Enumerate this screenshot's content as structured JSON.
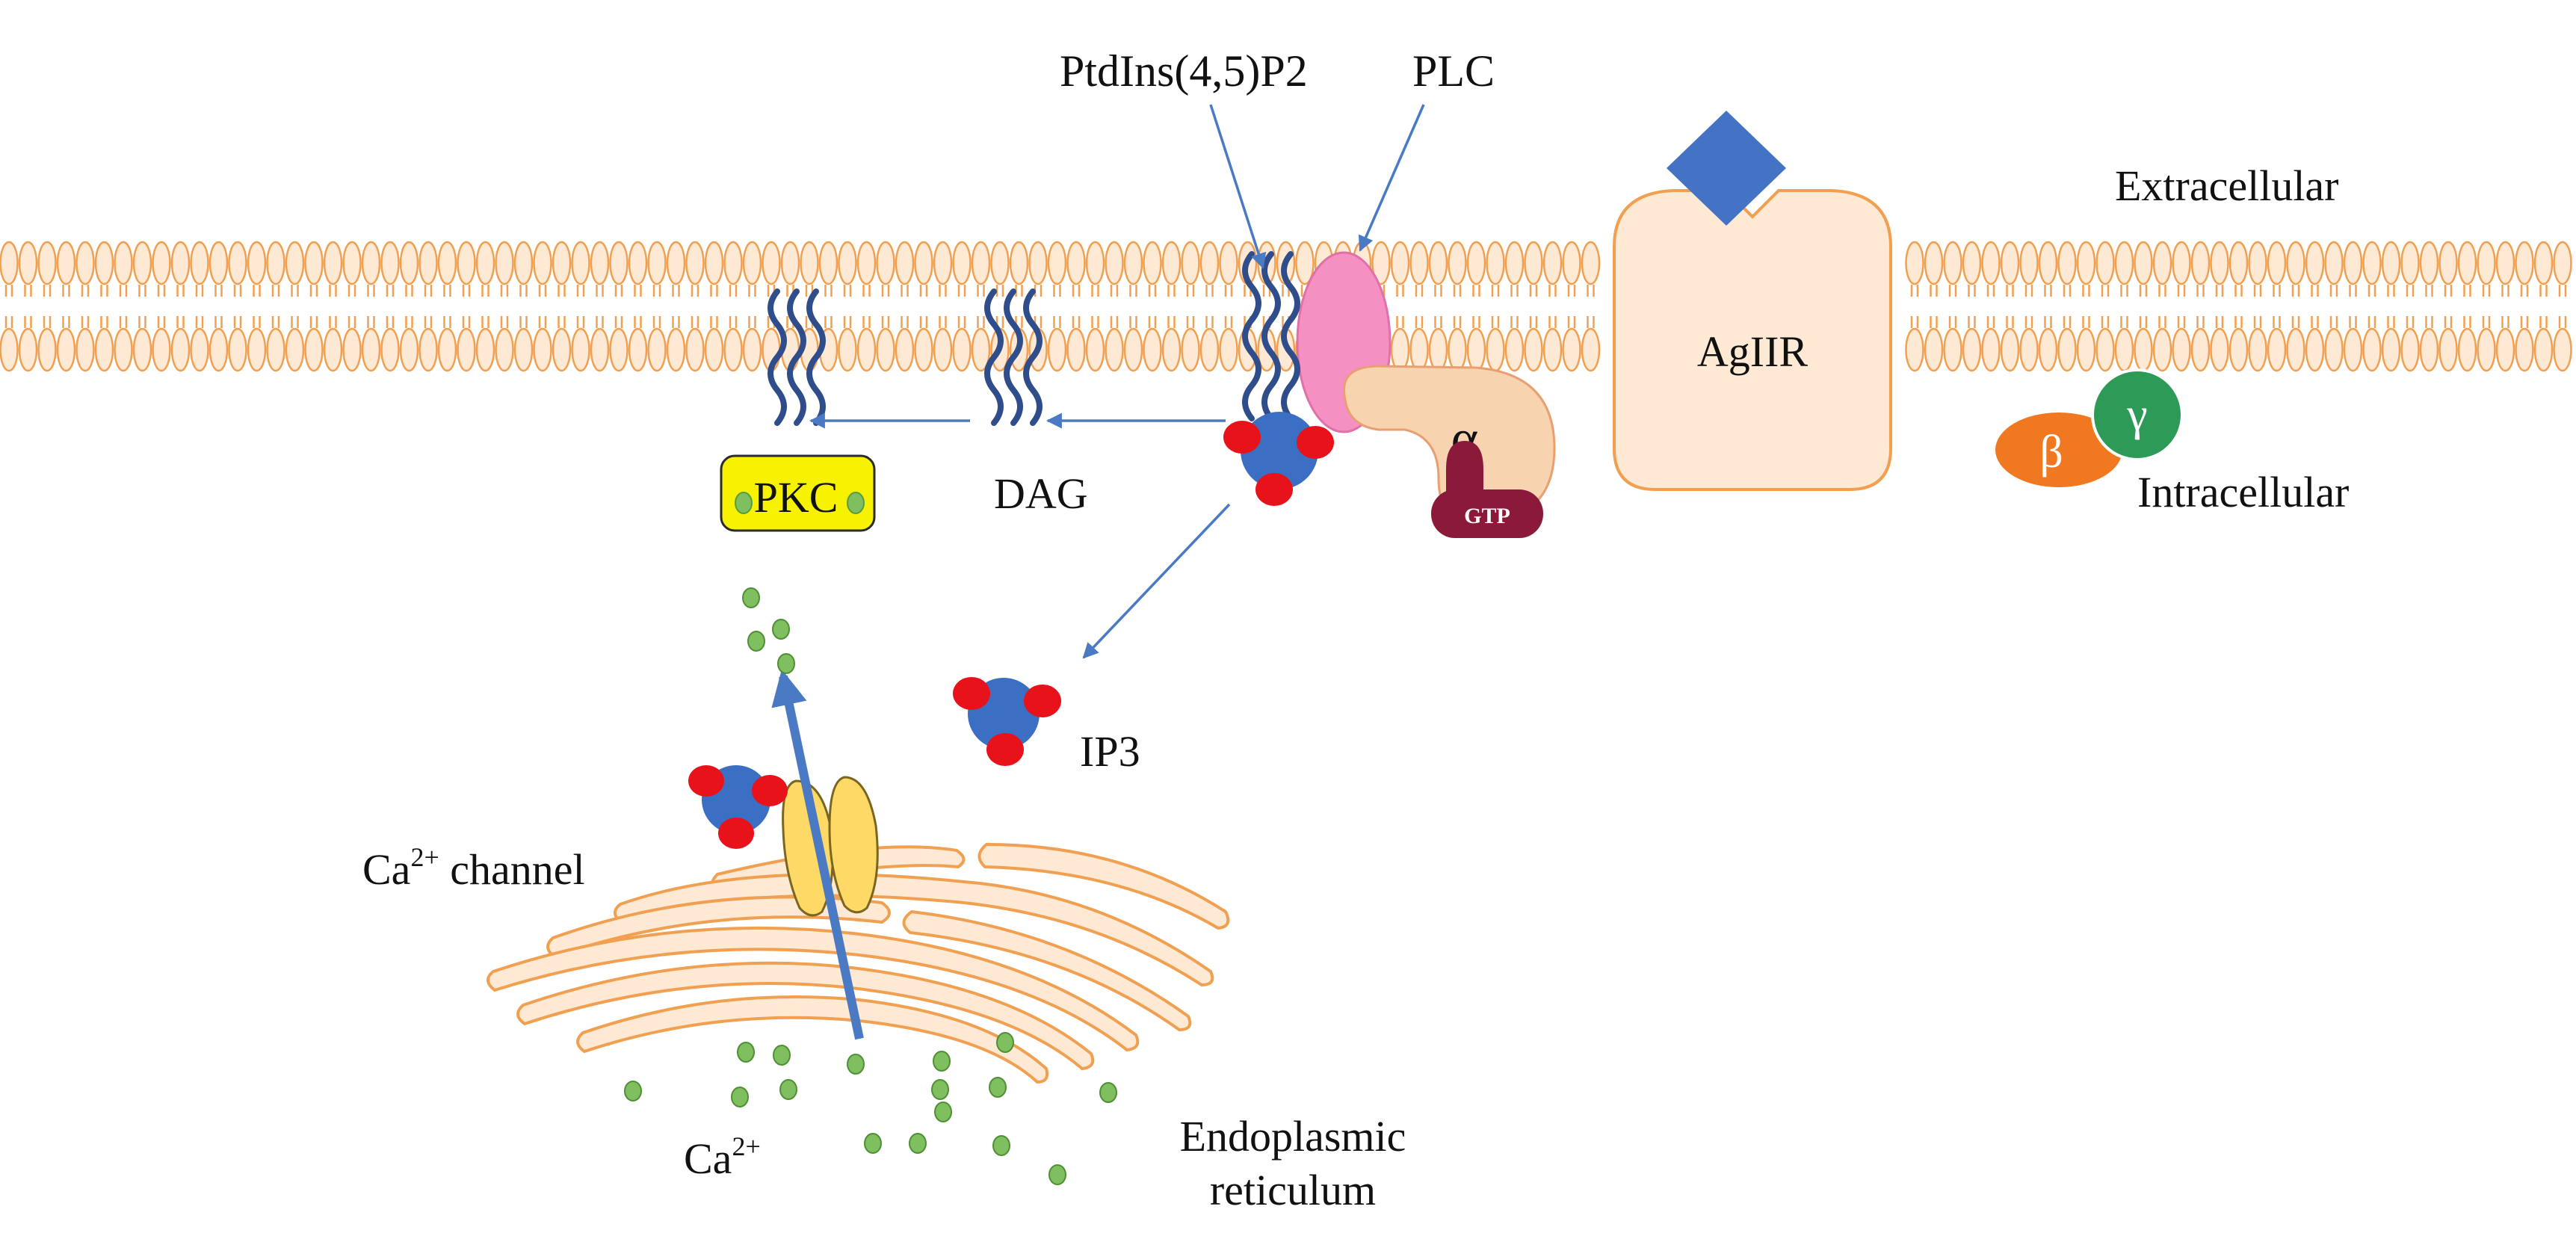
{
  "labels": {
    "ptdins": "PtdIns(4,5)P2",
    "plc": "PLC",
    "extracellular": "Extracellular",
    "intracellular": "Intracellular",
    "agiir": "AgIIR",
    "pkc": "PKC",
    "dag": "DAG",
    "alpha": "α",
    "beta": "β",
    "gamma": "γ",
    "gtp": "GTP",
    "ip3": "IP3",
    "ca_channel_base": "Ca",
    "ca_channel_sup": "2+",
    "ca_channel_rest": " channel",
    "ca_base": "Ca",
    "ca_sup": "2+",
    "er_line1": "Endoplasmic",
    "er_line2": "reticulum"
  },
  "colors": {
    "membrane": "#f0a050",
    "membrane_fill": "#fde9d4",
    "arrow": "#4a7ac4",
    "ip3_core": "#3b6fc4",
    "phosphate": "#e8121a",
    "calcium": "#7fbf5f",
    "pkc_box": "#f7f200",
    "plc": "#f590c2",
    "alpha_subunit": "#f7d3b0",
    "gtp": "#8b1a3a",
    "ligand": "#4472c4",
    "beta": "#f07820",
    "gamma": "#2e9a58",
    "channel": "#ffd966",
    "lipid_tail": "#2f4d8a"
  }
}
